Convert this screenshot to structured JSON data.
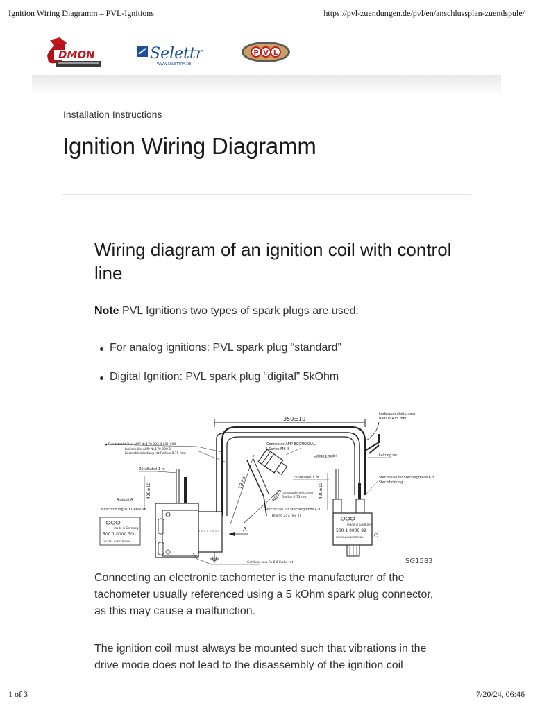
{
  "print_header": {
    "title": "Ignition Wiring Diagramm – PVL-Ignitions",
    "url": "https://pvl-zuendungen.de/pvl/en/anschlussplan-zuendspule/"
  },
  "print_footer": {
    "page": "1 of 3",
    "datetime": "7/20/24, 06:46"
  },
  "logos": {
    "domon": "DMON",
    "selettra": "Selettra",
    "selettra_url": "WWW.SELETTRA.DE",
    "pvl_letters": [
      "P",
      "V",
      "L"
    ]
  },
  "page": {
    "section_label": "Installation Instructions",
    "title": "Ignition Wiring Diagramm"
  },
  "content": {
    "heading": "Wiring diagram of an ignition coil with control line",
    "note_label": "Note",
    "note_text": " PVL Ignitions two types of spark plugs are used:",
    "bullets": [
      "For analog ignitions: PVL spark plug “standard”",
      "Digital Ignition: PVL spark plug “digital” 5kOhm"
    ],
    "paragraph1": "Connecting an electronic tachometer is the manufacturer of the tachometer usually referenced using a 5 kOhm spark plug connector, as this may cause a malfunction.",
    "paragraph2": "The ignition coil must always be mounted such that vibrations in the drive mode does not lead to the disassembly of the ignition coil"
  },
  "diagram": {
    "figure_id": "SG1583",
    "dim_length": "350±10",
    "dim_left": "420±10",
    "dim_right": "420±10",
    "dim_angle_a": "78±5",
    "dim_angle_b": "80±5",
    "labels": {
      "top_right_1": "Ladespulenleitungen",
      "top_right_2": "Radius R15 mm",
      "connector_1": "Connector AMP ECONOSEAL",
      "connector_2": "J-Series MK II",
      "leitung_1": "Leitung mobil",
      "leitung_2": "Leitung  sw.",
      "rundsteck_1": "Rundsteckhülse AMP Nr.170 003-4 (.5H) 04",
      "rundsteck_2": "Isolierhülle AMP Nr.170 889-1",
      "rundsteck_3": "Kurzschlussleitung rot Radius 0.75 mm",
      "zundkabel_l": "Zündkabel 1 m",
      "zundkabel_r": "Zündkabel 1 m",
      "steckhulse_1": "Steckhülse für Steckergrenze 6.3",
      "steckhulse_2": "Steckdichtung",
      "ladespulen_1": "Ladespulenleitungen",
      "ladespulen_2": "Radius 0.75 mm",
      "steckhulse_mid_1": "Steckhülse für Steckergrenze 4.8",
      "steckhulse_mid_2": "(DIN 46 247, Teil 2)",
      "ansicht": "Ansicht A",
      "beschriftung": "Beschriftung auf Gehäuse",
      "gehause": "Gehäuse aus PA 6.6 Farbe rot",
      "arrow_a": "A",
      "plate_left_1": "made in Germany",
      "plate_left_2": "500 1 0000 30u",
      "plate_left_3": "DIGITAL-ELEKTRONIK",
      "plate_right_1": "made in Germany",
      "plate_right_2": "500 1 0000 99",
      "plate_right_3": "DIGITAL-ELEKTRONIK"
    }
  }
}
